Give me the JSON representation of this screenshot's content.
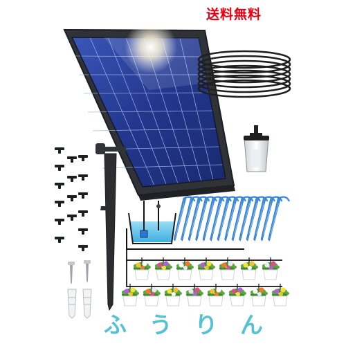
{
  "promo": {
    "free_shipping": "送料無料"
  },
  "watermark": [
    "ふ",
    "う",
    "り",
    "ん"
  ],
  "colors": {
    "promo_red": "#e60012",
    "watermark_cyan": "#54c2d2",
    "panel_frame": "#3a3d42",
    "panel_cell": "#23358a",
    "water": "#6cc8ec",
    "tubing": "#1f1f1f",
    "dripper_blue": "#3f8fe0"
  },
  "product": {
    "items": [
      {
        "icon": "solar-panel-icon"
      },
      {
        "icon": "tubing-coil-icon"
      },
      {
        "icon": "filter-icon"
      },
      {
        "icon": "ground-stake-icon"
      },
      {
        "icon": "tee-connector-icon"
      },
      {
        "icon": "screw-icon"
      },
      {
        "icon": "wall-anchor-icon"
      },
      {
        "icon": "drip-emitter-icon"
      },
      {
        "icon": "water-tank-icon"
      },
      {
        "icon": "potted-plant-icon"
      }
    ]
  }
}
